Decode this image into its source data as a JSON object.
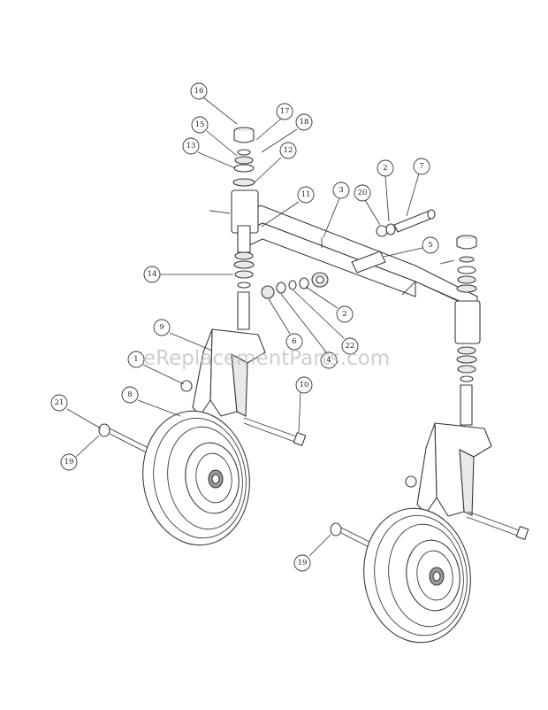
{
  "watermark": "eReplacementParts.com",
  "callouts": [
    {
      "label": "16"
    },
    {
      "label": "17"
    },
    {
      "label": "18"
    },
    {
      "label": "15"
    },
    {
      "label": "13"
    },
    {
      "label": "12"
    },
    {
      "label": "11"
    },
    {
      "label": "3"
    },
    {
      "label": "20"
    },
    {
      "label": "2"
    },
    {
      "label": "7"
    },
    {
      "label": "5"
    },
    {
      "label": "14"
    },
    {
      "label": "2"
    },
    {
      "label": "9"
    },
    {
      "label": "6"
    },
    {
      "label": "22"
    },
    {
      "label": "4"
    },
    {
      "label": "1"
    },
    {
      "label": "10"
    },
    {
      "label": "8"
    },
    {
      "label": "21"
    },
    {
      "label": "19"
    },
    {
      "label": "19"
    }
  ],
  "colors": {
    "line": "#3a3a3a",
    "paper": "#ffffff",
    "watermark": "#bdbdbd"
  }
}
